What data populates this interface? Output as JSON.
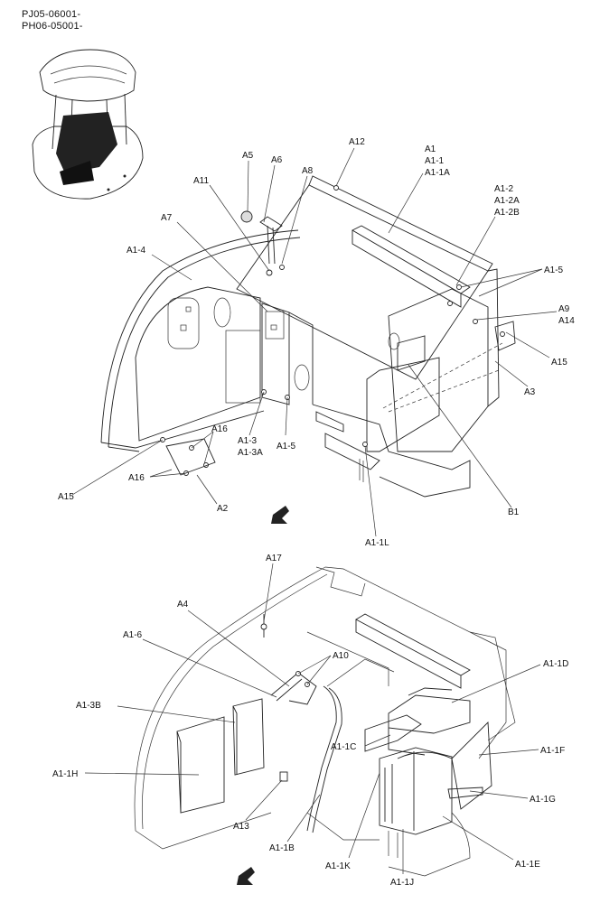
{
  "header": {
    "serial_1": "PJ05-06001-",
    "serial_2": "PH06-05001-"
  },
  "upper_labels": {
    "A5": "A5",
    "A6": "A6",
    "A8": "A8",
    "A11": "A11",
    "A12": "A12",
    "A1": "A1",
    "A1_1": "A1-1",
    "A1_1A": "A1-1A",
    "A1_2": "A1-2",
    "A1_2A": "A1-2A",
    "A1_2B": "A1-2B",
    "A7": "A7",
    "A1_4": "A1-4",
    "A1_5_r": "A1-5",
    "A9": "A9",
    "A14": "A14",
    "A15_r": "A15",
    "A3": "A3",
    "A16_a": "A16",
    "A16_b": "A16",
    "A1_3": "A1-3",
    "A1_3A": "A1-3A",
    "A1_5_b": "A1-5",
    "A15_l": "A15",
    "A2": "A2",
    "B1": "B1",
    "A1_1L": "A1-1L"
  },
  "lower_labels": {
    "A17": "A17",
    "A4": "A4",
    "A1_6": "A1-6",
    "A10": "A10",
    "A1_1D": "A1-1D",
    "A1_3B": "A1-3B",
    "A1_1C": "A1-1C",
    "A1_1F": "A1-1F",
    "A1_1H": "A1-1H",
    "A1_1G": "A1-1G",
    "A13": "A13",
    "A1_1B": "A1-1B",
    "A1_1K": "A1-1K",
    "A1_1J": "A1-1J",
    "A1_1E": "A1-1E"
  }
}
